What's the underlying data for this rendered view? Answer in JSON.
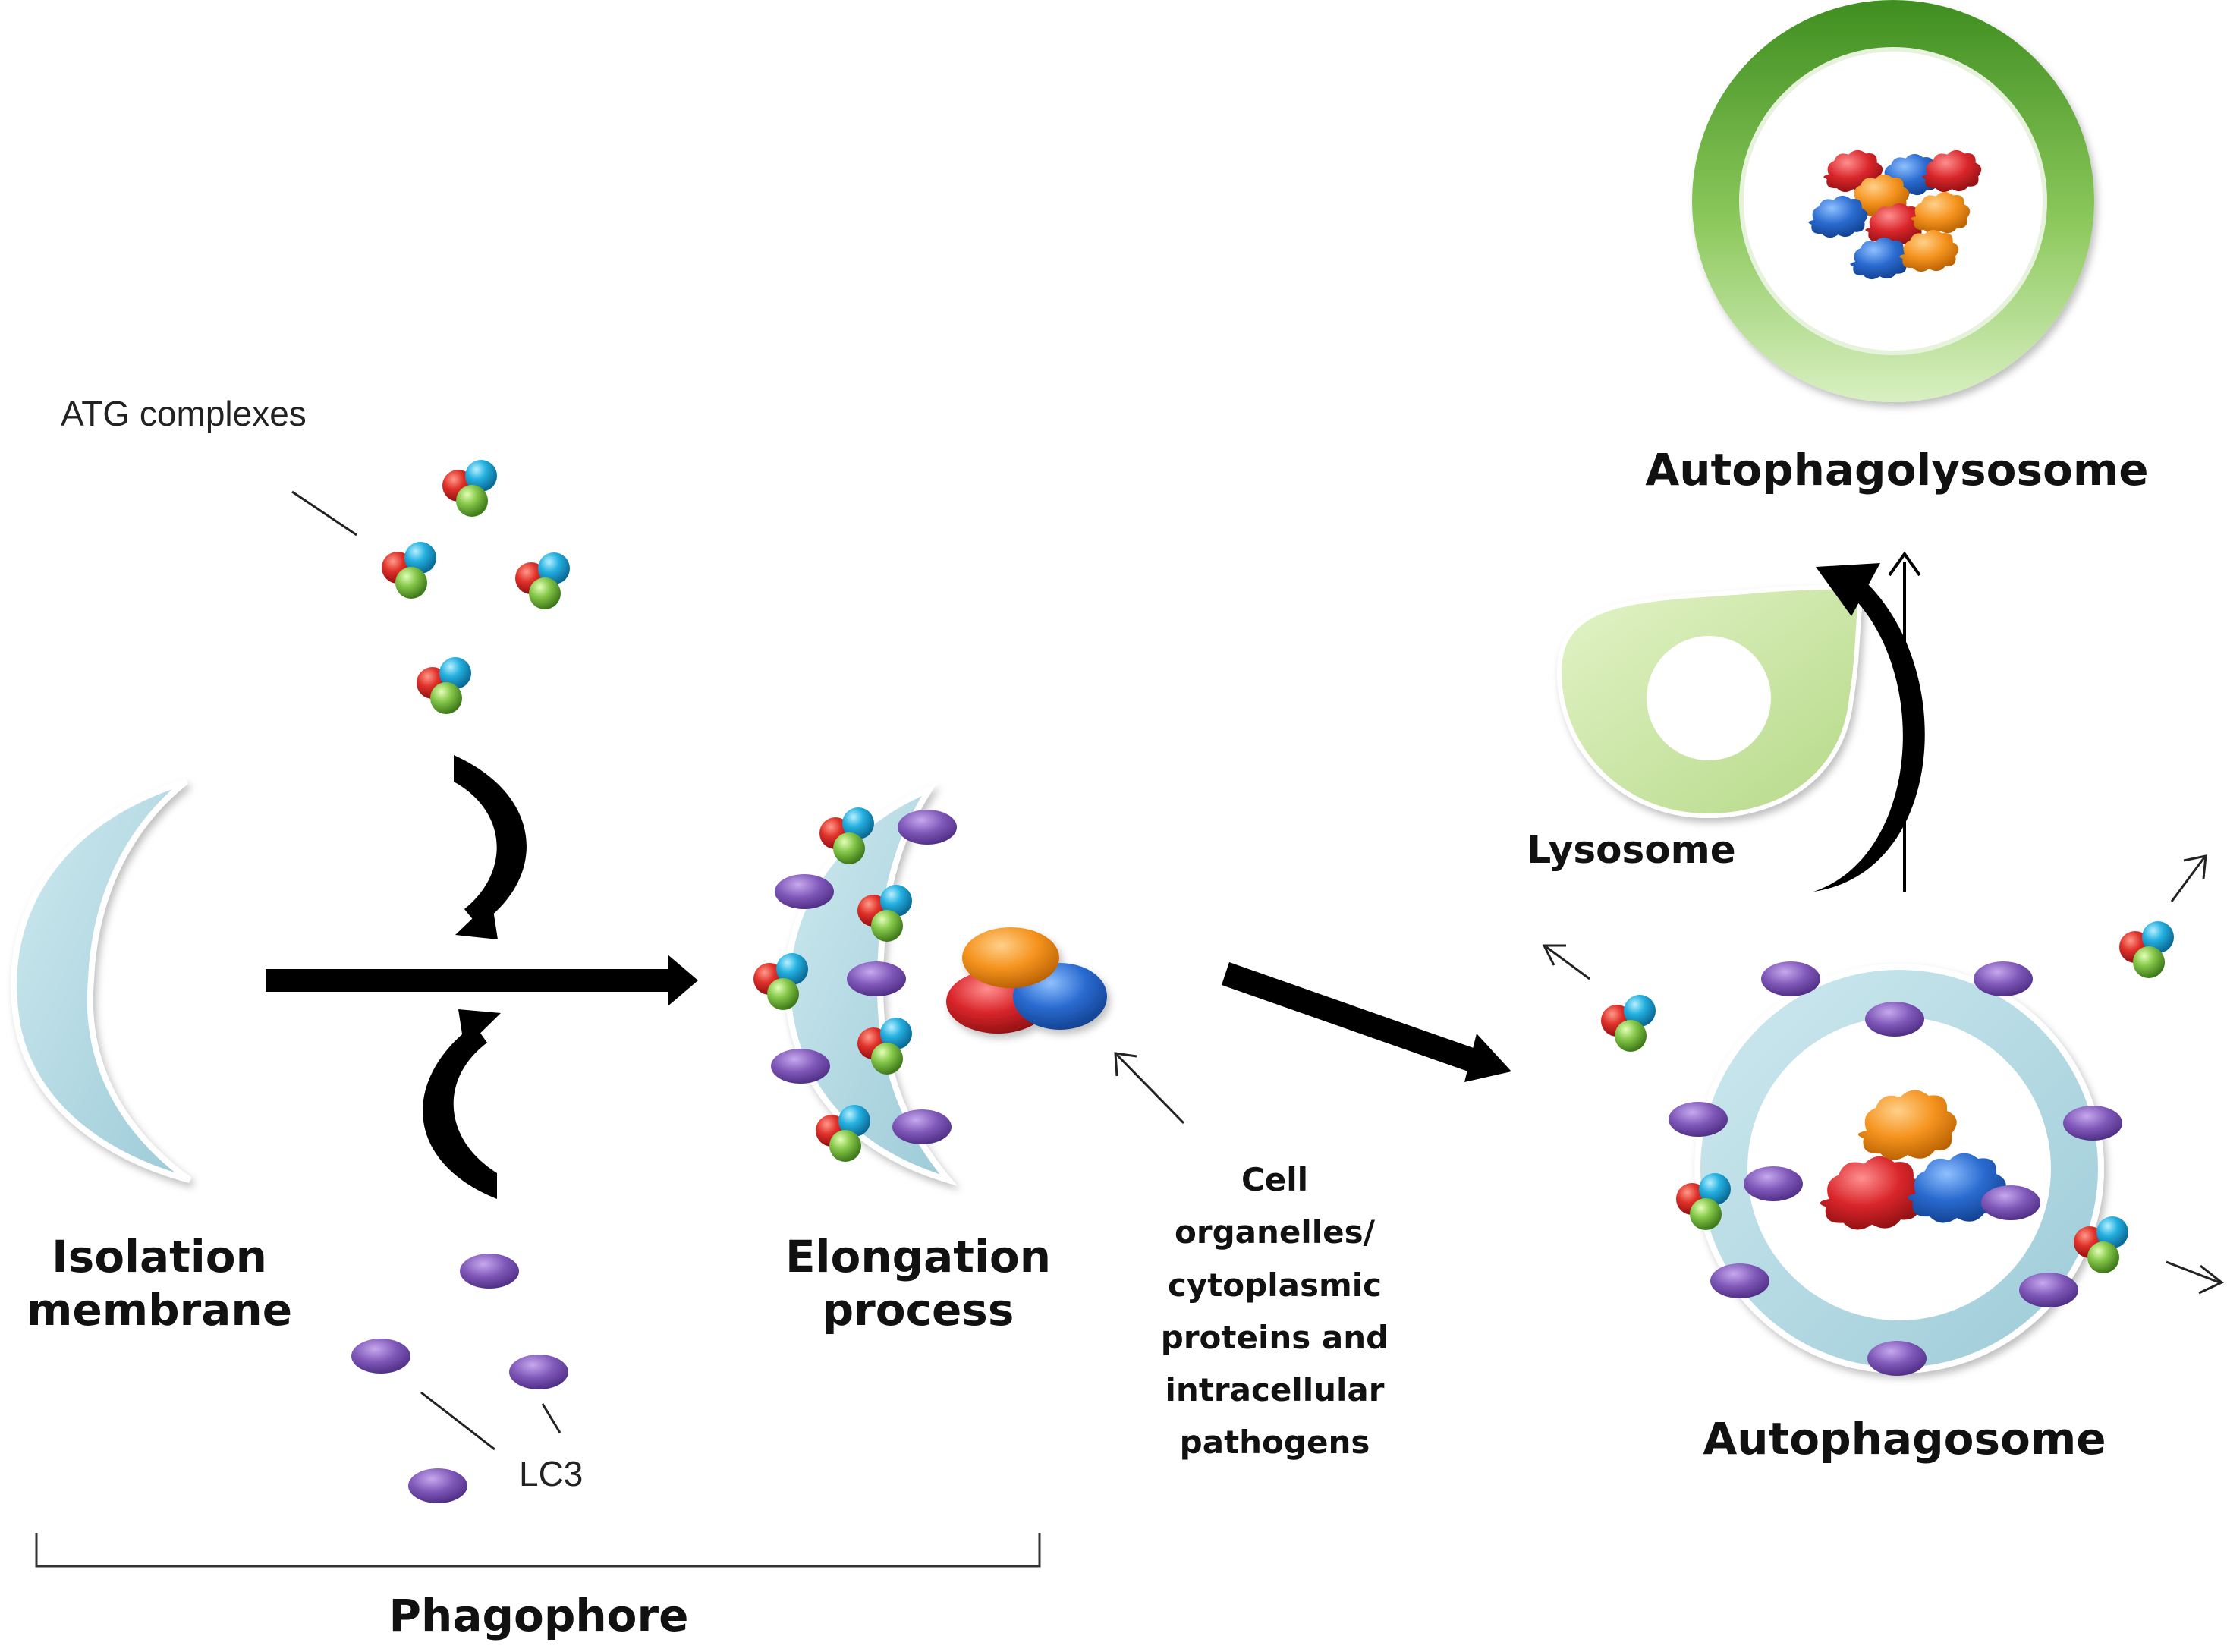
{
  "labels": {
    "atg_complexes": "ATG complexes",
    "isolation_membrane": "Isolation\nmembrane",
    "elongation_process": "Elongation\nprocess",
    "lc3": "LC3",
    "phagophore": "Phagophore",
    "cargo": "Cell\norganelles/\ncytoplasmic\nproteins and\nintracellular\npathogens",
    "lysosome": "Lysosome",
    "autophagolysosome": "Autophagolysosome",
    "autophagosome": "Autophagosome"
  },
  "colors": {
    "membrane_fill": "#b9dde6",
    "membrane_edge": "#ffffff",
    "lc3_purple": "#7b57b3",
    "atg_red": "#d9262b",
    "atg_cyan": "#1fa9d8",
    "atg_green": "#7ec242",
    "cargo_orange": "#f5931e",
    "cargo_blue": "#2566c8",
    "lysosome_green": "#c5e09a",
    "autophagolysosome_green": "#4e9a2a",
    "arrow": "#000000"
  }
}
